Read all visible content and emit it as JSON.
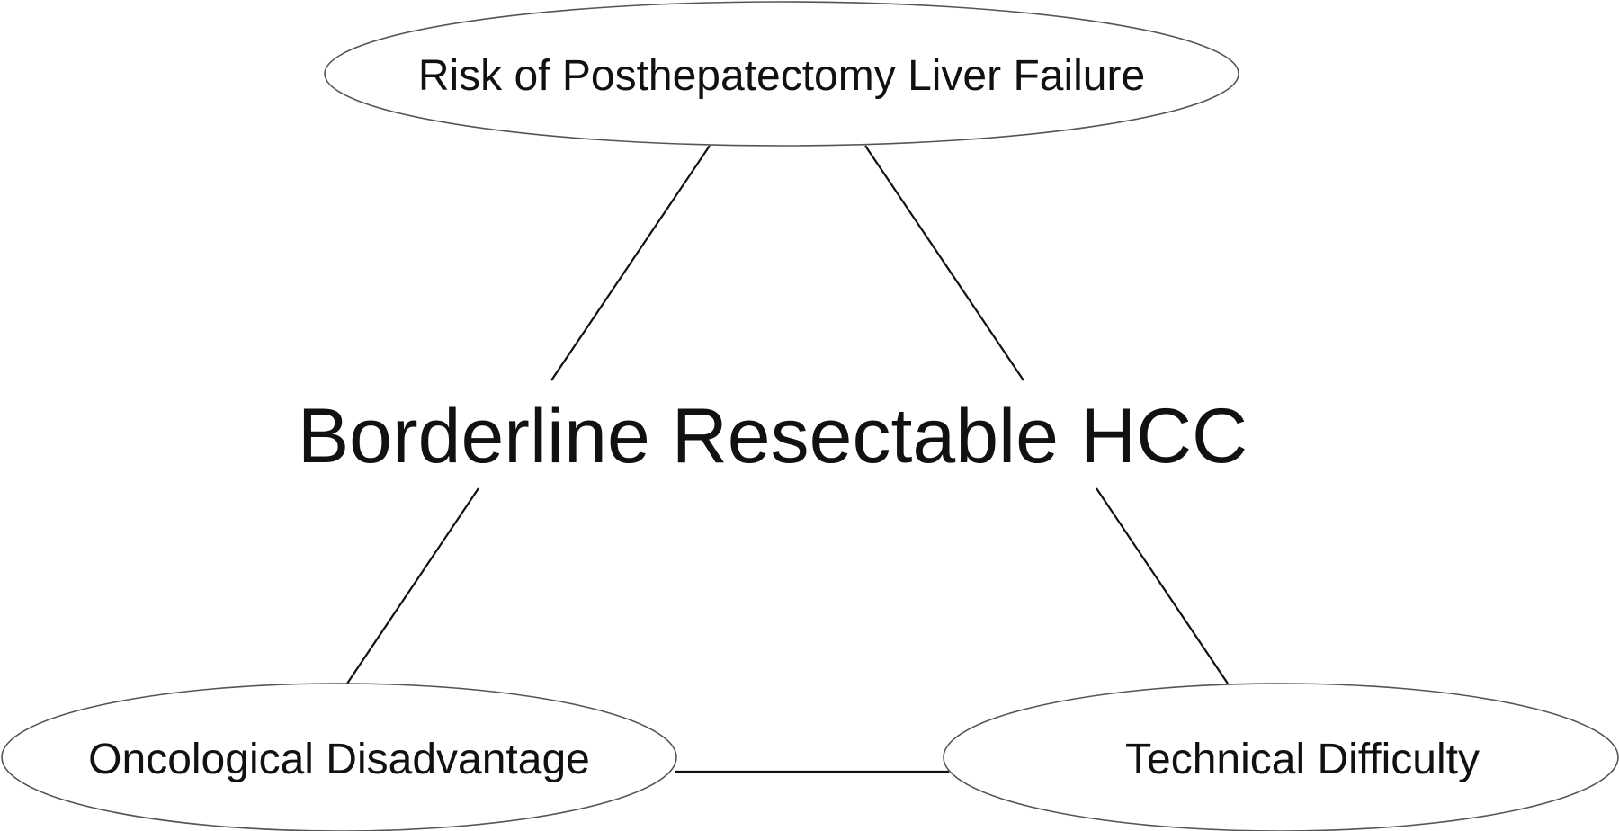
{
  "diagram": {
    "center_label": "Borderline Resectable HCC",
    "nodes": {
      "top": {
        "label": "Risk of Posthepatectomy Liver Failure"
      },
      "bottom_left": {
        "label": "Oncological Disadvantage"
      },
      "bottom_right": {
        "label": "Technical Difficulty"
      }
    },
    "colors": {
      "stroke": "#555555",
      "line": "#111111",
      "text": "#111111",
      "background": "#ffffff"
    }
  }
}
